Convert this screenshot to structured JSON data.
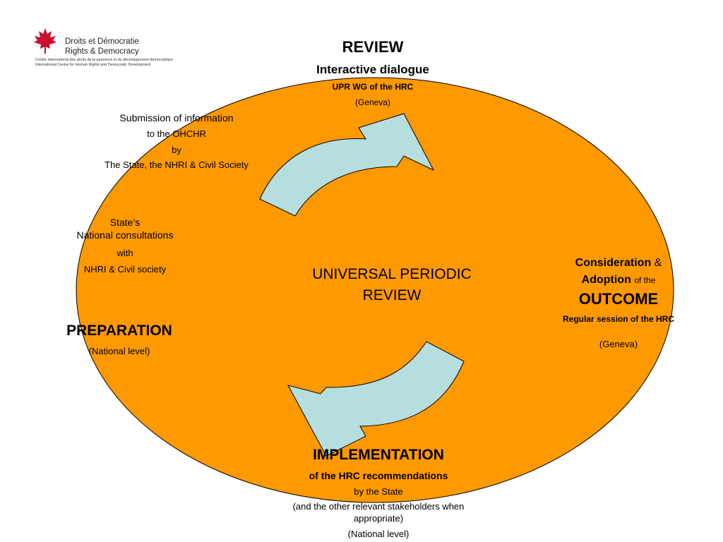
{
  "logo": {
    "name_fr": "Droits et Démocratie",
    "name_en": "Rights & Democracy",
    "subtitle_fr": "Centre international des droits de la personne et du développement démocratique",
    "subtitle_en": "International Centre for Human Rights and Democratic Development"
  },
  "review": {
    "title": "REVIEW",
    "subtitle": "Interactive dialogue",
    "body": "UPR WG of the HRC",
    "location": "(Geneva)"
  },
  "submission": {
    "line1": "Submission of information",
    "line2": "to the OHCHR",
    "line3": "by",
    "line4": "The State, the NHRI & Civil Society"
  },
  "consultations": {
    "line1": "State’s",
    "line2": "National consultations",
    "line3": "with",
    "line4": "NHRI & Civil society"
  },
  "preparation": {
    "title": "PREPARATION",
    "location": "(National level)"
  },
  "center": {
    "line1": "UNIVERSAL PERIODIC",
    "line2": "REVIEW"
  },
  "outcome": {
    "consideration": "Consideration",
    "amp": "&",
    "adoption": "Adoption",
    "of_the": "of the",
    "title": "OUTCOME",
    "session": "Regular session of the HRC",
    "location": "(Geneva)"
  },
  "implementation": {
    "title": "IMPLEMENTATION",
    "subtitle": "of the HRC recommendations",
    "line1": "by the State",
    "line2": "(and the other relevant stakeholders when",
    "line3": "appropriate)",
    "location": "(National level)"
  },
  "colors": {
    "ellipse_fill": "#FF9900",
    "arrow_fill": "#B7DEDF",
    "logo_red": "#C8102E"
  }
}
